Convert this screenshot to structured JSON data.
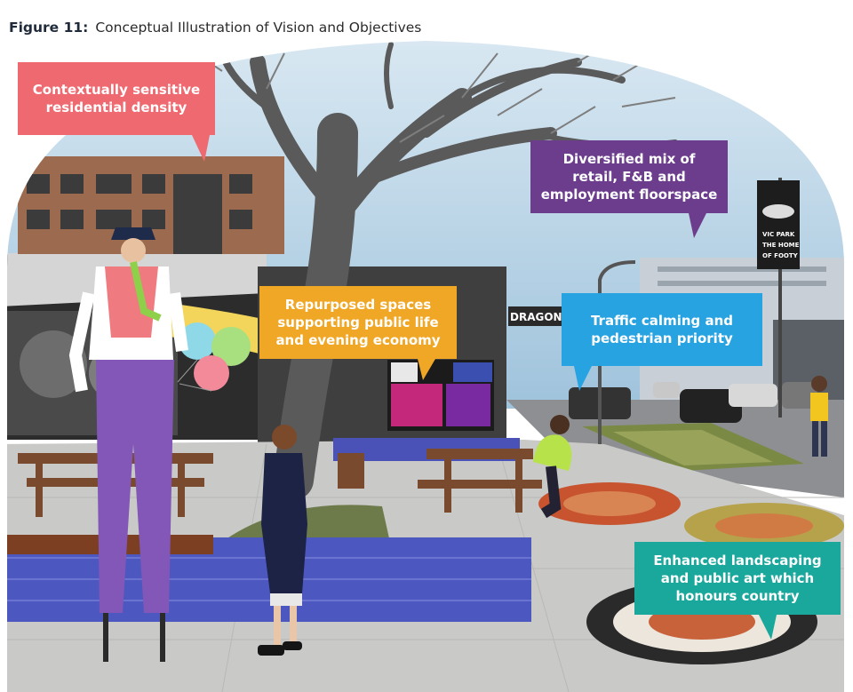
{
  "figure": {
    "number": "Figure 11:",
    "title": "Conceptual Illustration of Vision and Objectives"
  },
  "callouts": {
    "density": "Contextually sensitive residential density",
    "retail": "Diversified mix of retail, F&B and employment floorspace",
    "public_life": "Repurposed spaces supporting public life and evening economy",
    "traffic": "Traffic calming and pedestrian priority",
    "landscaping": "Enhanced landscaping and public art which honours country"
  },
  "signage": {
    "banner_line1": "VIC PARK",
    "banner_line2": "THE HOME",
    "banner_line3": "OF FOOTY",
    "shop_sign": "DRAGON HOT"
  },
  "colors": {
    "callout_red": "#ee6a70",
    "callout_purple": "#6c3d8c",
    "callout_yellow": "#f0a726",
    "callout_blue": "#28a3e2",
    "callout_teal": "#1aa79c"
  }
}
